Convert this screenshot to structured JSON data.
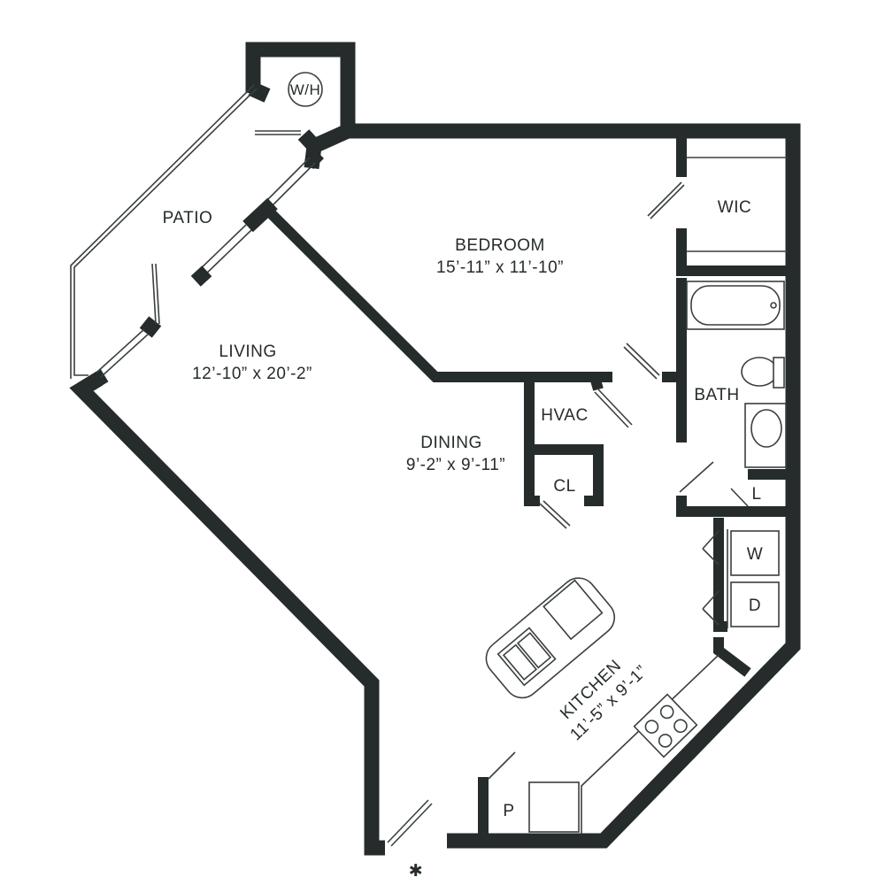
{
  "rooms": {
    "patio": {
      "name": "PATIO"
    },
    "living": {
      "name": "LIVING",
      "size": "12’-10” x 20’-2”"
    },
    "bedroom": {
      "name": "BEDROOM",
      "size": "15’-11” x 11’-10”"
    },
    "dining": {
      "name": "DINING",
      "size": "9’-2” x 9’-11”"
    },
    "kitchen": {
      "name": "KITCHEN",
      "size": "11’-5” x 9’-1”"
    },
    "wic": {
      "name": "WIC"
    },
    "bath": {
      "name": "BATH"
    },
    "hvac": {
      "name": "HVAC"
    },
    "closet": {
      "name": "CL"
    },
    "linen": {
      "name": "L"
    },
    "washer": {
      "name": "W"
    },
    "dryer": {
      "name": "D"
    },
    "pantry": {
      "name": "P"
    },
    "water_heater": {
      "name": "W/H"
    }
  },
  "entry_marker": "✱"
}
